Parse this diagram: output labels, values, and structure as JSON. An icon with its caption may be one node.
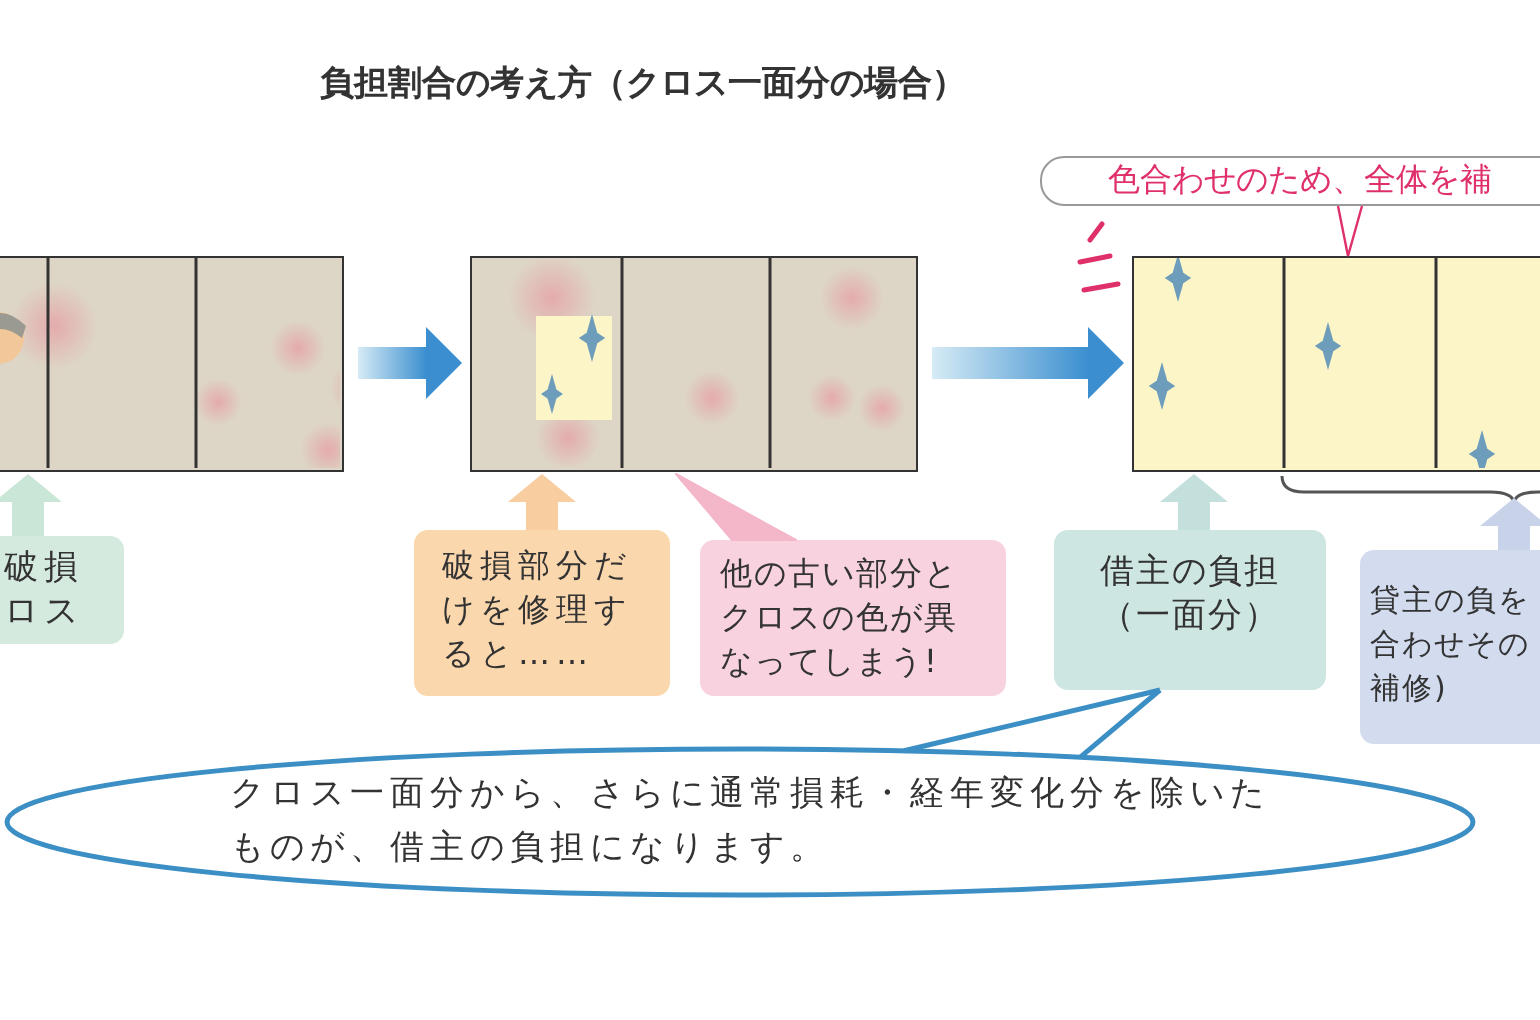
{
  "diagram": {
    "title": "負担割合の考え方（クロス一面分の場合）",
    "nodes": [
      {
        "text": [],
        "shape": "box"
      },
      {
        "text": [],
        "shape": "box"
      },
      {
        "text": [],
        "shape": "box"
      },
      {
        "text": [
          "破損ロス"
        ]
      },
      {
        "text": [
          "破損部分だけを修理すると……"
        ]
      },
      {
        "text": [
          "他の古い部分とクロスの色が異なってしまう!"
        ]
      },
      {
        "text": [
          "借主の負担（一面分）"
        ]
      },
      {
        "text": [
          "貸主の負を合わせその補修)"
        ]
      },
      {
        "text": [
          "色合わせのため、全体を補"
        ]
      },
      {
        "text": [
          "クロス一面分から、さらに通常損耗・経年変化分を除いたものが、借主の負担になります。"
        ]
      }
    ],
    "edges": [
      {
        "from": 0,
        "to": 1,
        "arrow": "to",
        "color": "#3b8fd0"
      },
      {
        "from": 1,
        "to": 2,
        "arrow": "to",
        "color": "#3b8fd0"
      },
      {
        "from": 3,
        "to": 0,
        "arrow": "to",
        "color": "#c9e6d6"
      },
      {
        "from": 4,
        "to": 1,
        "arrow": "to",
        "color": "#f8cda0"
      },
      {
        "from": 5,
        "to": 1,
        "arrow": "none",
        "color": "#f4b6c9"
      },
      {
        "from": 6,
        "to": 2,
        "arrow": "to",
        "color": "#c3e0dc"
      },
      {
        "from": 7,
        "to": 2,
        "arrow": "to",
        "color": "#c8d3ea"
      },
      {
        "from": 9,
        "to": 6,
        "arrow": "none",
        "color": "#3b8fc4"
      },
      {
        "from": 8,
        "to": 2,
        "arrow": "none",
        "color": "#e0306a"
      }
    ]
  }
}
